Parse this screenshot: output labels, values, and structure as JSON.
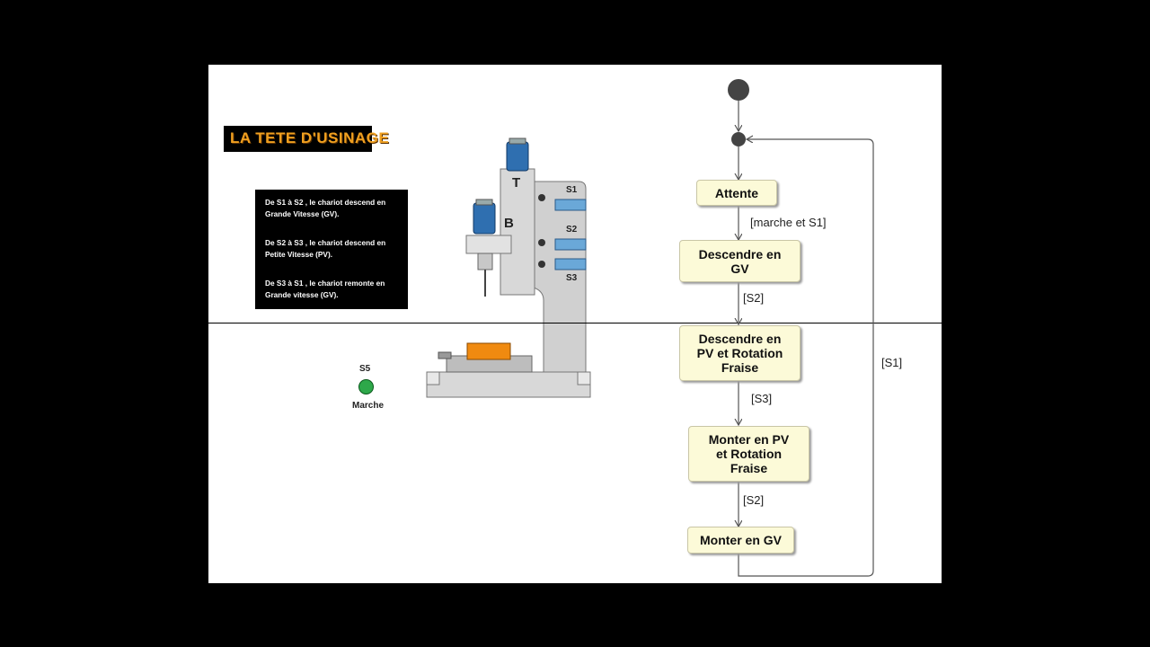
{
  "title": "LA TETE D'USINAGE",
  "info": {
    "line1": "De S1 à S2 , le chariot descend en Grande Vitesse (GV).",
    "line2": "De S2 à S3 , le chariot descend en Petite Vitesse (PV).",
    "line3": "De S3 à S1 , le chariot remonte  en Grande vitesse (GV)."
  },
  "machine": {
    "label_t": "T",
    "label_b": "B",
    "s1": "S1",
    "s2": "S2",
    "s3": "S3"
  },
  "control": {
    "s5": "S5",
    "marche": "Marche"
  },
  "flow": {
    "states": {
      "attente": "Attente",
      "desc_gv": "Descendre en\nGV",
      "desc_pv": "Descendre en\nPV et Rotation\nFraise",
      "monter_pv": "Monter en PV\net Rotation\nFraise",
      "monter_gv": "Monter en GV"
    },
    "guards": {
      "g1": "[marche et S1]",
      "g2": "[S2]",
      "g3": "[S3]",
      "g4": "[S2]",
      "g5": "[S1]"
    }
  },
  "colors": {
    "node_fill": "#fcfad8",
    "title_text": "#f0a020",
    "motor_blue": "#2f6fb0",
    "vise_orange": "#f08a10",
    "start_button": "#2ea84a"
  }
}
